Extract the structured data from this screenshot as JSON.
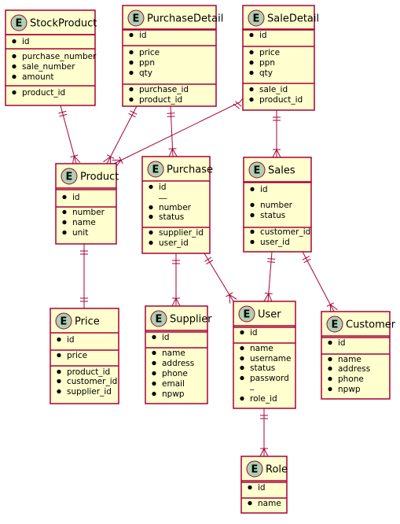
{
  "entity_badge": "E",
  "entities": {
    "stockproduct": {
      "name": "StockProduct",
      "sections": [
        [
          "id"
        ],
        [
          "purchase_number",
          "sale_number",
          "amount"
        ],
        [
          "product_id"
        ]
      ]
    },
    "purchasedetail": {
      "name": "PurchaseDetail",
      "sections": [
        [
          "id"
        ],
        [
          "price",
          "ppn",
          "qty"
        ],
        [
          "purchase_id",
          "product_id"
        ]
      ]
    },
    "saledetail": {
      "name": "SaleDetail",
      "sections": [
        [
          "id"
        ],
        [
          "price",
          "ppn",
          "qty"
        ],
        [
          "sale_id",
          "product_id"
        ]
      ]
    },
    "product": {
      "name": "Product",
      "sections": [
        [
          "id"
        ],
        [
          "number",
          "name",
          "unit"
        ]
      ]
    },
    "purchase": {
      "name": "Purchase",
      "sections": [
        [
          "id",
          "__",
          "number",
          "status"
        ],
        [
          "supplier_id",
          "user_id"
        ]
      ]
    },
    "sales": {
      "name": "Sales",
      "sections": [
        [
          "id"
        ],
        [
          "number",
          "status"
        ],
        [
          "customer_id",
          "user_id"
        ]
      ]
    },
    "price": {
      "name": "Price",
      "sections": [
        [
          "id"
        ],
        [
          "price"
        ],
        [
          "product_id",
          "customer_id",
          "supplier_id"
        ]
      ]
    },
    "supplier": {
      "name": "Supplier",
      "sections": [
        [
          "id"
        ],
        [
          "name",
          "address",
          "phone",
          "email",
          "npwp"
        ]
      ]
    },
    "user": {
      "name": "User",
      "sections": [
        [
          "id"
        ],
        [
          "name",
          "username",
          "status",
          "password",
          "_",
          "role_id"
        ]
      ]
    },
    "customer": {
      "name": "Customer",
      "sections": [
        [
          "id"
        ],
        [
          "name",
          "address",
          "phone",
          "npwp"
        ]
      ]
    },
    "role": {
      "name": "Role",
      "sections": [
        [
          "id"
        ],
        [
          "name"
        ]
      ]
    }
  },
  "relations": [
    {
      "from": "stockproduct",
      "to": "product",
      "from_end": "one-and-only-one",
      "to_end": "one-or-many"
    },
    {
      "from": "purchasedetail",
      "to": "product",
      "from_end": "one-and-only-one",
      "to_end": "one-or-many"
    },
    {
      "from": "saledetail",
      "to": "product",
      "from_end": "one-and-only-one",
      "to_end": "one-or-many"
    },
    {
      "from": "purchasedetail",
      "to": "purchase",
      "from_end": "one-and-only-one",
      "to_end": "one-or-many"
    },
    {
      "from": "saledetail",
      "to": "sales",
      "from_end": "one-and-only-one",
      "to_end": "one-or-many"
    },
    {
      "from": "product",
      "to": "price",
      "from_end": "one-and-only-one",
      "to_end": "one-and-only-one"
    },
    {
      "from": "purchase",
      "to": "supplier",
      "from_end": "one-and-only-one",
      "to_end": "one-or-many"
    },
    {
      "from": "purchase",
      "to": "user",
      "from_end": "one-and-only-one",
      "to_end": "one-or-many"
    },
    {
      "from": "sales",
      "to": "user",
      "from_end": "one-and-only-one",
      "to_end": "one-or-many"
    },
    {
      "from": "sales",
      "to": "customer",
      "from_end": "one-and-only-one",
      "to_end": "one-or-many"
    },
    {
      "from": "user",
      "to": "role",
      "from_end": "one-and-only-one",
      "to_end": "one-or-many"
    }
  ]
}
